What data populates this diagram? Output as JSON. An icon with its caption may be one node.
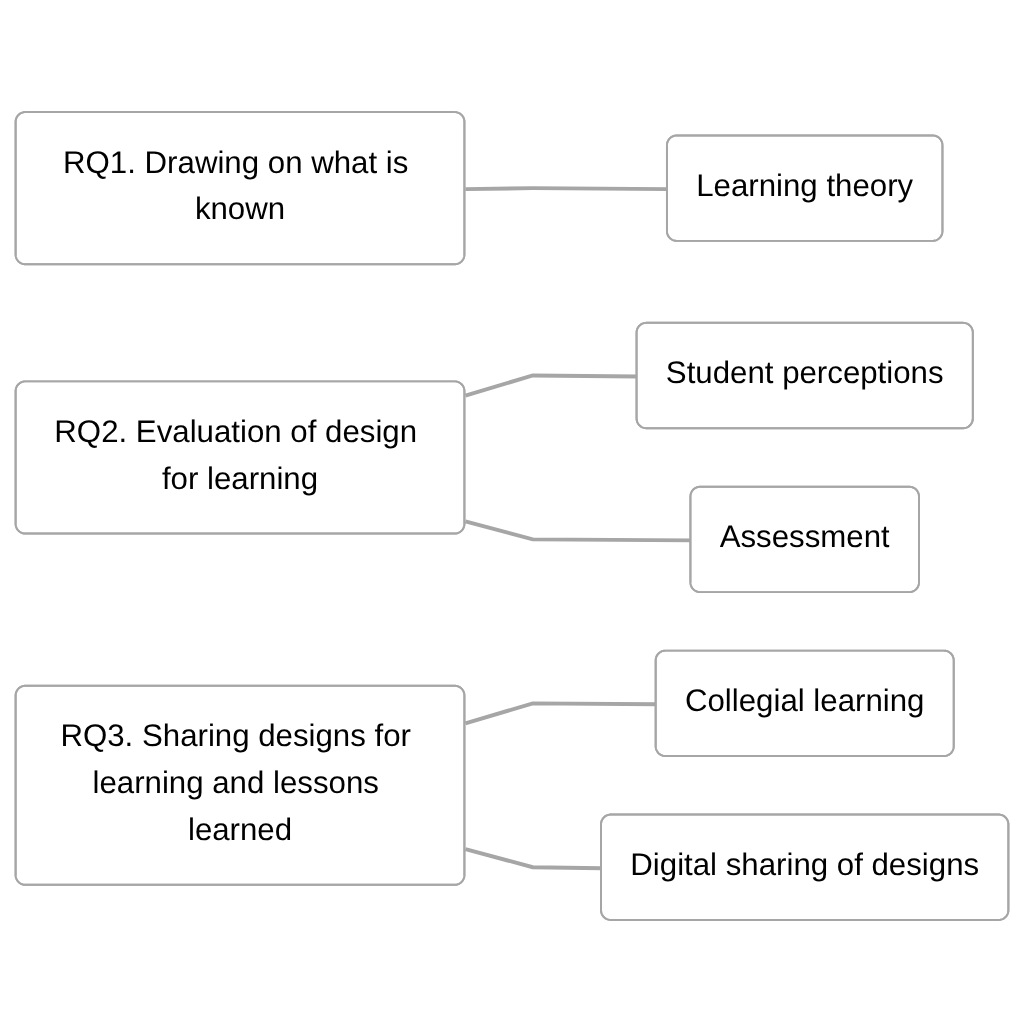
{
  "diagram": {
    "nodes": [
      {
        "text": [
          "RQ1. Drawing on what is known"
        ]
      },
      {
        "text": [
          "Learning theory"
        ]
      },
      {
        "text": [
          "RQ2. Evaluation of design for learning"
        ]
      },
      {
        "text": [
          "Student perceptions"
        ]
      },
      {
        "text": [
          "Assessment"
        ]
      },
      {
        "text": [
          "RQ3. Sharing designs for learning and lessons learned"
        ]
      },
      {
        "text": [
          "Collegial learning"
        ]
      },
      {
        "text": [
          "Digital sharing of designs"
        ]
      }
    ],
    "edges": [
      {
        "from": 0,
        "to": 1,
        "arrow": "none"
      },
      {
        "from": 2,
        "to": 3,
        "arrow": "none"
      },
      {
        "from": 2,
        "to": 4,
        "arrow": "none"
      },
      {
        "from": 5,
        "to": 6,
        "arrow": "none"
      },
      {
        "from": 5,
        "to": 7,
        "arrow": "none"
      }
    ]
  }
}
